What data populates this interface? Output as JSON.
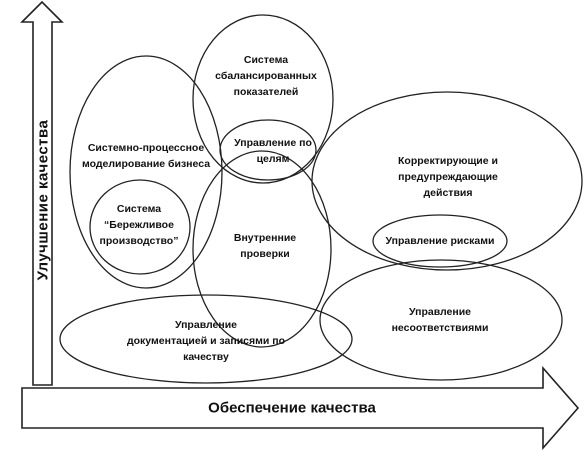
{
  "axes": {
    "x_label": "Обеспечение качества",
    "y_label": "Улучшение  качества"
  },
  "nodes": {
    "bsc": "Система\nсбалансированных\nпоказателей",
    "process_modeling": "Системно-процессное\nмоделирование бизнеса",
    "mbo": "Управление по\nцелям",
    "lean": "Система\n“Бережливое\nпроизводство”",
    "corrective": "Корректирующие и\nпредупреждающие действия",
    "internal_audits": "Внутренние\nпроверки",
    "risk": "Управление рисками",
    "documentation": "Управление\nдокументацией и записями по\nкачеству",
    "nonconformity": "Управление несоответствиями"
  }
}
